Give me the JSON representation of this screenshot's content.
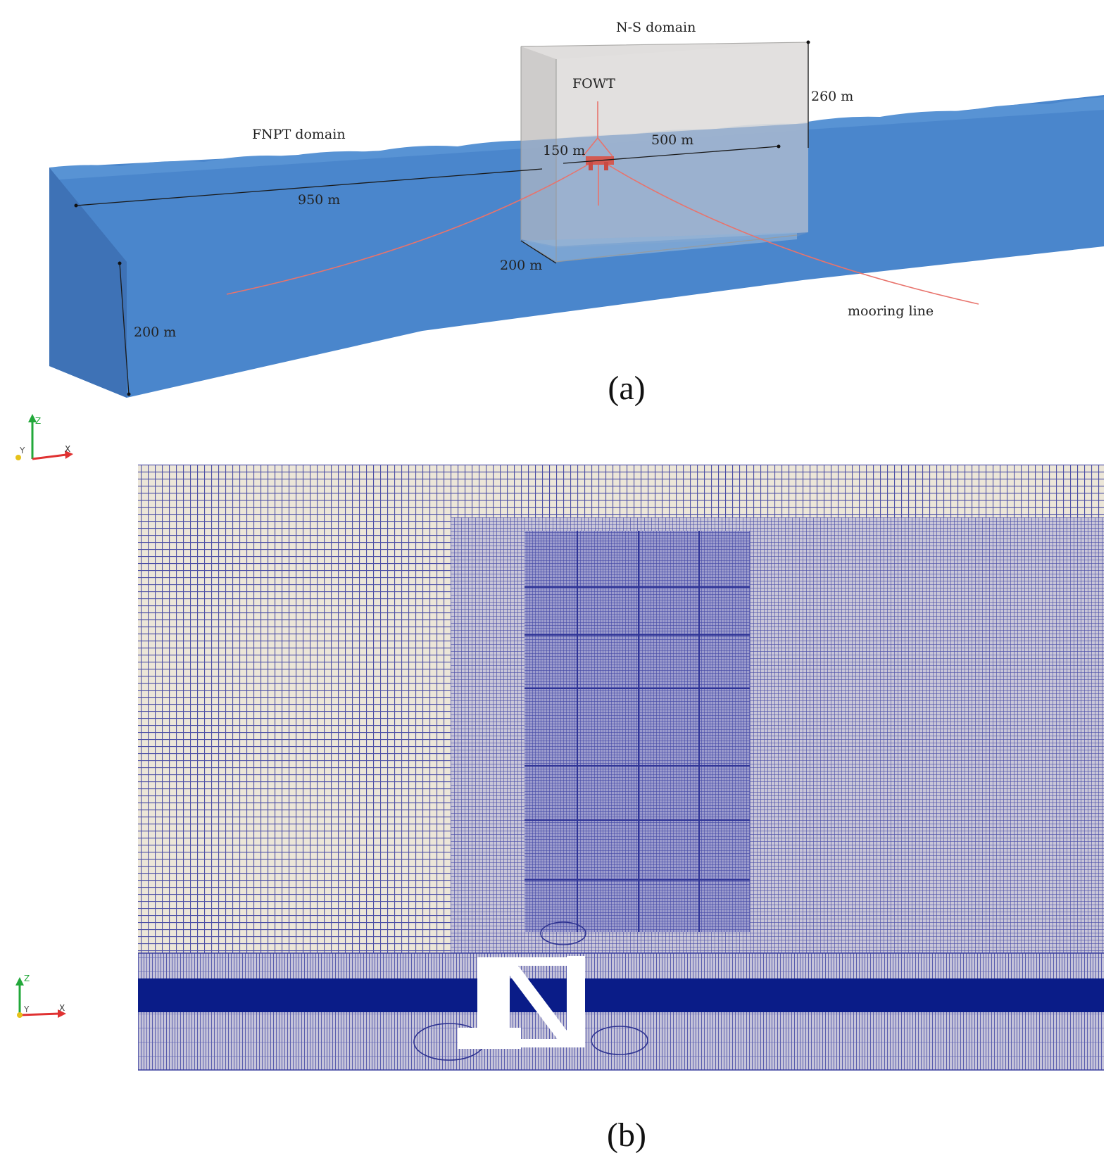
{
  "panel_a": {
    "label_ns_domain": "N-S domain",
    "label_fowt": "FOWT",
    "label_fnpt_domain": "FNPT domain",
    "dim_height_ns": "260 m",
    "dim_length_right": "500 m",
    "dim_offset": "150 m",
    "dim_length_left": "950 m",
    "dim_width_ns": "200 m",
    "dim_depth": "200 m",
    "label_mooring": "mooring line",
    "caption": "(a)"
  },
  "panel_b": {
    "caption": "(b)"
  },
  "triad_top": {
    "z": "Z",
    "y": "Y",
    "x": "X"
  },
  "triad_bottom": {
    "z": "Z",
    "y": "Y",
    "x": "X"
  },
  "colors": {
    "water": "#4a85cc",
    "water_side": "#3f74b8",
    "ns_box": "#e2e0de",
    "mooring": "#e8706a",
    "mesh_background": "#e9e3d6",
    "mesh_lines": "#3a3fa0",
    "free_surface_band": "#071a84"
  }
}
